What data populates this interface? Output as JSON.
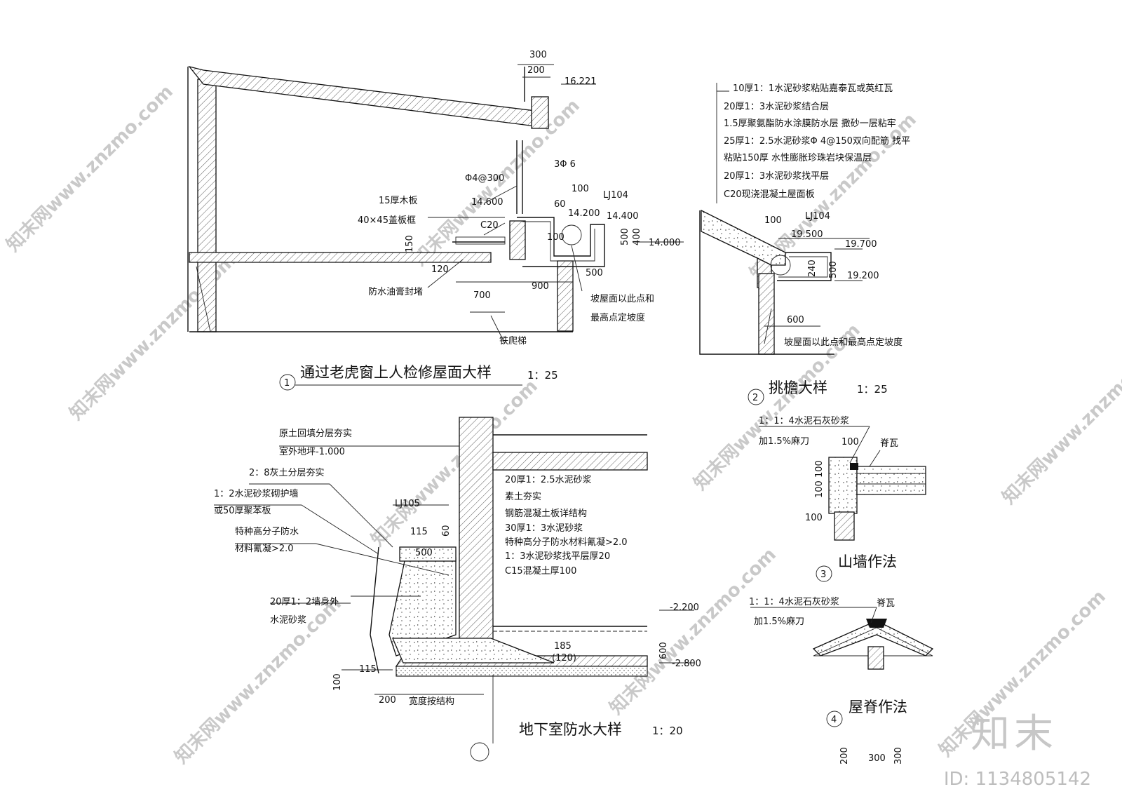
{
  "detail1": {
    "title": "通过老虎窗上人检修屋面大样",
    "scale": "1：25",
    "index": "1",
    "labels": {
      "d300": "300",
      "d200": "200",
      "elev_16221": "16.221",
      "rebar_3phi6": "3Φ 6",
      "rebar_phi4": "Φ4@300",
      "d100a": "100",
      "elev_14600": "14.600",
      "d60": "60",
      "wood": "15厚木板",
      "lj104": "LJ104",
      "elev_14200": "14.200",
      "elev_14400": "14.400",
      "frame": "40×45盖板框",
      "c20": "C20",
      "d100b": "100",
      "d500": "500",
      "d400": "400",
      "elev_14000": "14.000",
      "d150": "150",
      "d120": "120",
      "d500b": "500",
      "seal": "防水油膏封堵",
      "d700": "700",
      "d900": "900",
      "slope1": "坡屋面以此点和",
      "slope2": "最高点定坡度",
      "ladder": "铁爬梯"
    }
  },
  "detail2": {
    "title": "挑檐大样",
    "scale": "1：25",
    "index": "2",
    "layers": [
      "10厚1：1水泥砂浆粘贴嘉泰瓦或英红瓦",
      "20厚1：3水泥砂浆结合层",
      "1.5厚聚氨酯防水涂膜防水层  撒砂一层粘牢",
      "25厚1：2.5水泥砂浆Φ   4@150双向配筋  找平",
      "粘贴150厚  水性膨胀珍珠岩块保温层",
      "20厚1：3水泥砂浆找平层",
      "C20现浇混凝土屋面板"
    ],
    "labels": {
      "d100": "100",
      "lj104": "LJ104",
      "elev_19500": "19.500",
      "elev_19700": "19.700",
      "d240": "240",
      "d500": "500",
      "elev_19200": "19.200",
      "d600": "600",
      "slope": "坡屋面以此点和最高点定坡度"
    }
  },
  "detail3": {
    "title": "山墙作法",
    "index": "3",
    "labels": {
      "mortar": "1：1：4水泥石灰砂浆",
      "hemp": "加1.5%麻刀",
      "d100a": "100",
      "ridge_tile": "脊瓦",
      "d100100": "100 100",
      "d100b": "100"
    }
  },
  "detail4": {
    "title": "屋脊作法",
    "index": "4",
    "labels": {
      "mortar": "1：1：4水泥石灰砂浆",
      "hemp": "加1.5%麻刀",
      "ridge_tile": "脊瓦"
    },
    "bottom_dims": [
      "200",
      "300",
      "300"
    ]
  },
  "detail5": {
    "title": "地下室防水大样",
    "scale": "1：20",
    "left_notes": [
      "原土回填分层夯实",
      "室外地坪-1.000",
      "2：8灰土分层夯实",
      "1：2水泥砂浆砌护墙",
      "或50厚聚苯板",
      "特种高分子防水",
      "材料氰凝>2.0",
      "20厚1：2墙身外",
      "水泥砂浆"
    ],
    "right_notes": [
      "20厚1：2.5水泥砂浆",
      "素土夯实",
      "钢筋混凝土板详结构",
      "30厚1：3水泥砂浆",
      "特种高分子防水材料氰凝>2.0",
      "1：3水泥砂浆找平层厚20",
      "C15混凝土厚100"
    ],
    "labels": {
      "lj105": "LJ105",
      "d115a": "115",
      "d60": "60",
      "d500": "500",
      "elev_m2200": "-2.200",
      "d185": "185",
      "d120p": "(120)",
      "d600": "600",
      "elev_m2800": "-2.800",
      "d115b": "115",
      "d100": "100",
      "d200": "200",
      "width": "宽度按结构"
    }
  },
  "watermark": {
    "repeat": "知末网www.znzmo.com",
    "logo": "知末",
    "id": "ID: 1134805142"
  }
}
